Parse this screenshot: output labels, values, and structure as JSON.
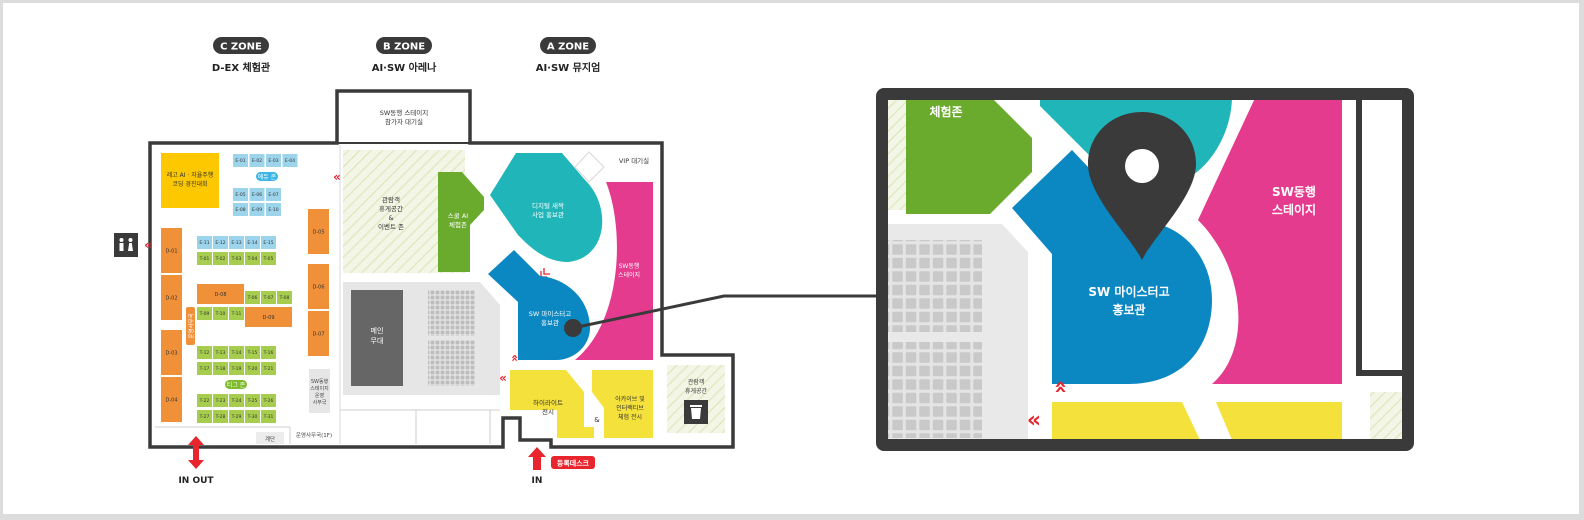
{
  "zones": [
    {
      "badge": "C ZONE",
      "name": "D-EX 체험관"
    },
    {
      "badge": "B ZONE",
      "name": "AI·SW 아레나"
    },
    {
      "badge": "A ZONE",
      "name": "AI·SW 뮤지엄"
    }
  ],
  "labels": {
    "waiting_room": "SW동행 스테이지",
    "waiting_room_2": "참가자 대기실",
    "vip": "VIP 대기실",
    "lego": "레고 AI · 자율주행",
    "lego_2": "코딩 경진대회",
    "edu_zone": "에듀 존",
    "try_zone": "티그 존",
    "rest_area": "관람객",
    "rest_area_2": "휴게공간",
    "rest_area_3": "&",
    "rest_area_4": "이벤트 존",
    "school_ai": "스쿨 AI",
    "school_ai_2": "체험존",
    "digital": "디지털 새싹",
    "digital_2": "사업 홍보관",
    "sw_stage": "SW동행",
    "sw_stage_2": "스테이지",
    "meister": "SW 마이스터고",
    "meister_2": "홍보관",
    "main_stage": "메인",
    "main_stage_2": "무대",
    "highlight": "하이라이트",
    "highlight_2": "전시",
    "archive": "아카이브 및",
    "archive_2": "인터랙티브",
    "archive_3": "체험 전시",
    "amp": "&",
    "visitor_rest": "관람객",
    "visitor_rest_2": "휴게공간",
    "sw_office": "SW동행",
    "sw_office_2": "스테이지",
    "sw_office_3": "운영",
    "sw_office_4": "사무국",
    "ops_office": "운영사무국(1F)",
    "stairs": "계단",
    "vertical_label": "운영사무국",
    "in_out": "IN OUT",
    "in": "IN",
    "registration": "등록데스크"
  },
  "booths": {
    "edu": [
      "E-01",
      "E-02",
      "E-03",
      "E-04",
      "E-05",
      "E-06",
      "E-07",
      "E-08",
      "E-09",
      "E-10",
      "E-11",
      "E-12",
      "E-13",
      "E-14",
      "E-15"
    ],
    "try": [
      "T-01",
      "T-02",
      "T-03",
      "T-04",
      "T-05",
      "T-06",
      "T-07",
      "T-08",
      "T-09",
      "T-10",
      "T-11",
      "T-12",
      "T-13",
      "T-14",
      "T-15",
      "T-16",
      "T-17",
      "T-18",
      "T-19",
      "T-20",
      "T-21",
      "T-22",
      "T-23",
      "T-24",
      "T-25",
      "T-26",
      "T-27",
      "T-28",
      "T-29",
      "T-30",
      "T-31"
    ],
    "dex": [
      "D-01",
      "D-02",
      "D-03",
      "D-04",
      "D-05",
      "D-06",
      "D-07",
      "D-08",
      "D-09"
    ]
  },
  "zoom": {
    "experience": "체험존",
    "stage": "SW동행",
    "stage_2": "스테이지",
    "meister": "SW 마이스터고",
    "meister_2": "홍보관"
  },
  "colors": {
    "orange": "#f0913a",
    "blue_booth": "#9cd4ec",
    "green_booth": "#a6cd4e",
    "yellow": "#f4e13b",
    "teal": "#20b5b8",
    "blue": "#0b87c2",
    "pink": "#e43b8e",
    "green": "#6aab2e",
    "gold": "#fdc800",
    "red": "#e8242c",
    "dark": "#3a3a3a"
  }
}
